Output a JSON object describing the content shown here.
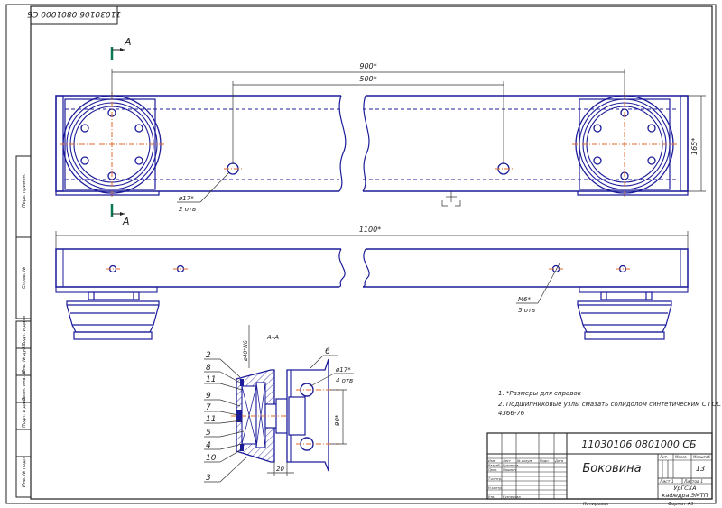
{
  "stamp_top": "11030106 0801000 СБ",
  "section_mark": "А",
  "section_title": "А–А",
  "dims": {
    "d900": "900*",
    "d500": "500*",
    "d1100": "1100*",
    "d165": "165*",
    "hole17": "ø17*",
    "hole17_count": "2 отв",
    "m6": "М6*",
    "m6_count": "5 отв",
    "sec_hole17": "ø17*",
    "sec_hole17_count": "4 отв",
    "sec_90": "90*",
    "sec_20": "20",
    "sec_top": "ø40*Н6"
  },
  "callouts": [
    "2",
    "8",
    "11",
    "9",
    "7",
    "11",
    "5",
    "4",
    "10",
    "3",
    "6"
  ],
  "notes": [
    "1. *Размеры для справок",
    "2. Подшипниковые узлы смазать солидолом синтетическим С ГОСТ",
    "4366-76"
  ],
  "side_labels": [
    "Перв. примен.",
    "Справ. №",
    "Подп. и дата",
    "Инв. № дубл.",
    "Взам. инв. №",
    "Подп. и дата",
    "Инв. № подл."
  ],
  "title_block": {
    "doc_number": "11030106 0801000 СБ",
    "name": "Боковина",
    "mass": "13",
    "sheet_label": "Лист 1",
    "sheets_label": "Листов 1",
    "org1": "УрГСХА",
    "org2": "кафедра ЭМТП",
    "copied": "Копировал",
    "format": "Формат А3",
    "rows": [
      "Изм.",
      "Разраб.",
      "Пров.",
      "Т.контр.",
      "Н.контр.",
      "Утв."
    ],
    "row_names": [
      "Лист",
      "Кузнецов",
      "Пашнин",
      "",
      "",
      "Кузнецова"
    ],
    "cols": [
      "№ докум.",
      "Подп.",
      "Дата"
    ],
    "lit_label": "Лит.",
    "mass_label": "Масса",
    "scale_label": "Масштаб"
  }
}
